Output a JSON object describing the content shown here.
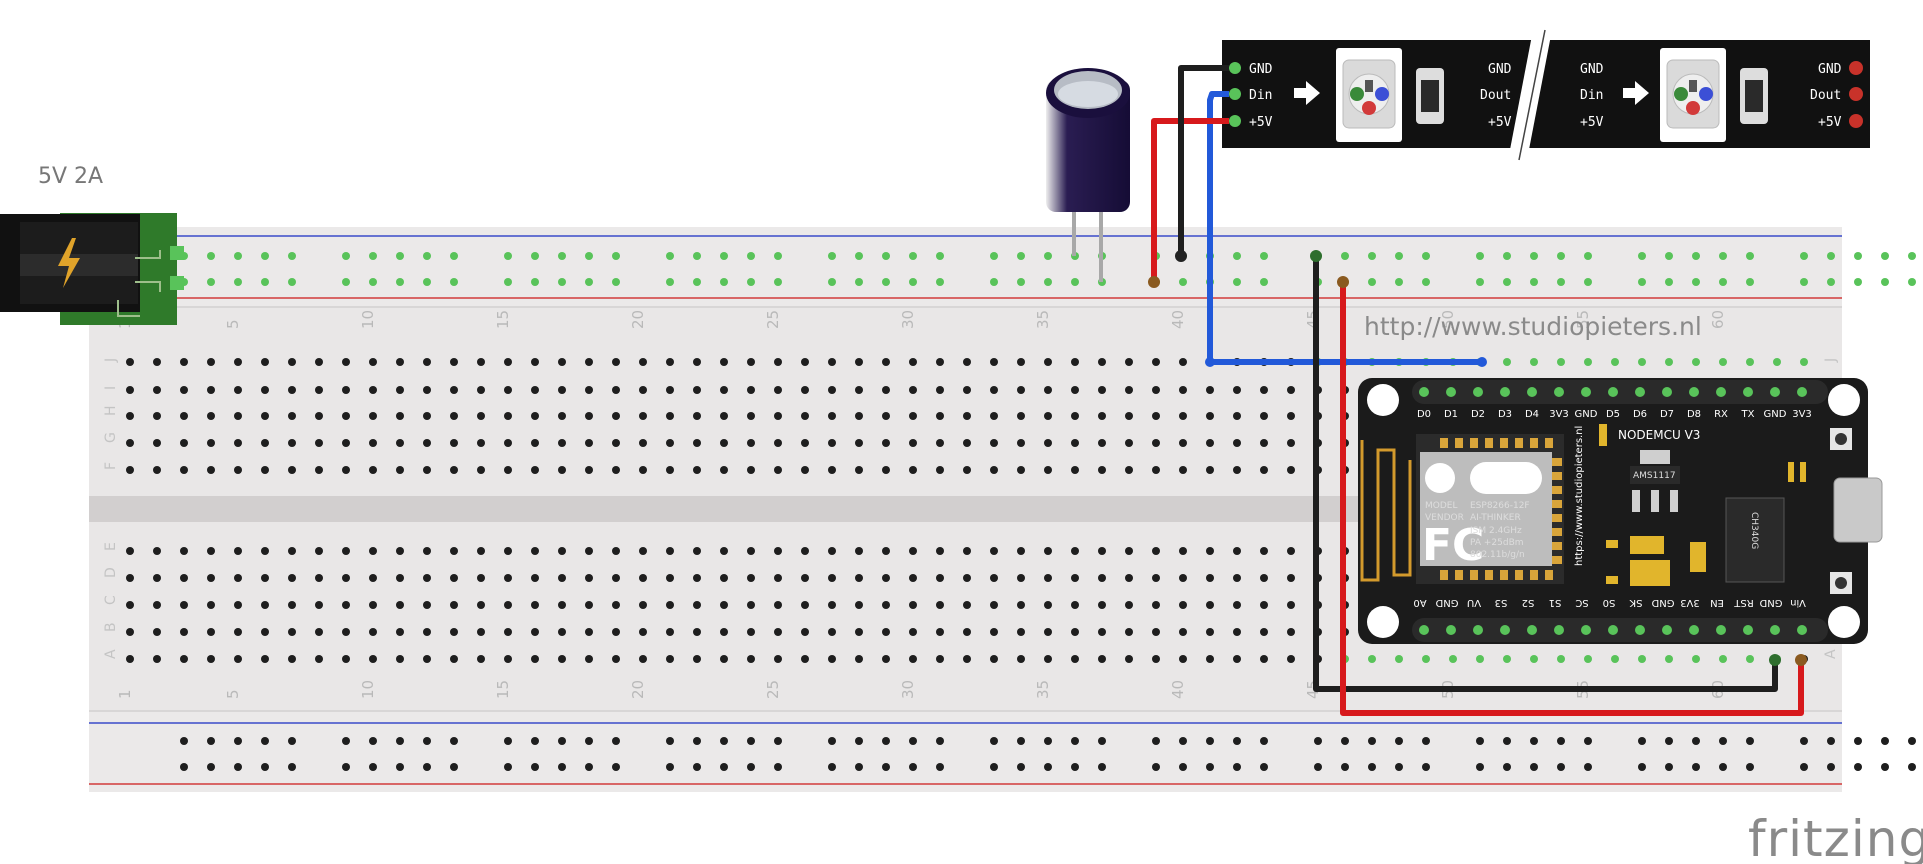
{
  "power_supply": {
    "label": "5V 2A"
  },
  "website": {
    "url": "http://www.studiopieters.nl"
  },
  "branding": {
    "logo_text": "fritzing"
  },
  "breadboard": {
    "column_numbers": [
      "1",
      "5",
      "10",
      "15",
      "20",
      "25",
      "30",
      "35",
      "40",
      "45",
      "50",
      "55",
      "60"
    ],
    "row_letters_top": [
      "J",
      "I",
      "H",
      "G",
      "F"
    ],
    "row_letters_bottom": [
      "E",
      "D",
      "C",
      "B",
      "A"
    ]
  },
  "led_strip": {
    "pixel1_left_pins": [
      "GND",
      "Din",
      "+5V"
    ],
    "pixel1_right_pins": [
      "GND",
      "Dout",
      "+5V"
    ],
    "pixel2_left_pins": [
      "GND",
      "Din",
      "+5V"
    ],
    "pixel2_right_pins": [
      "GND",
      "Dout",
      "+5V"
    ]
  },
  "nodemcu": {
    "title": "NODEMCU V3",
    "top_pins": [
      "D0",
      "D1",
      "D2",
      "D3",
      "D4",
      "3V3",
      "GND",
      "D5",
      "D6",
      "D7",
      "D8",
      "RX",
      "TX",
      "GND",
      "3V3"
    ],
    "bottom_pins": [
      "A0",
      "GND",
      "VU",
      "S3",
      "S2",
      "S1",
      "SC",
      "S0",
      "SK",
      "GND",
      "3V3",
      "EN",
      "RST",
      "GND",
      "Vin"
    ],
    "regulator": "AMS1117",
    "usb_chip": "CH340G",
    "module_model": "MODEL",
    "module_vendor": "VENDOR",
    "module_brand": "FC",
    "module_chip": "ESP8266-12F",
    "module_maker": "AI-THINKER",
    "module_spec1": "ISM 2.4GHz",
    "module_spec2": "PA +25dBm",
    "module_spec3": "802.11b/g/n",
    "side_url": "https://www.studiopieters.nl"
  },
  "colors": {
    "wire_red": "#d7191c",
    "wire_black": "#1e1e1e",
    "wire_blue": "#2259d9",
    "rail_blue": "#3b4bc9",
    "rail_red": "#d23a3a",
    "active_hole": "#59c35a",
    "board_bg": "#e8e6e6",
    "pcb_black": "#1b1b1b",
    "psu_green": "#2f7a2a"
  }
}
